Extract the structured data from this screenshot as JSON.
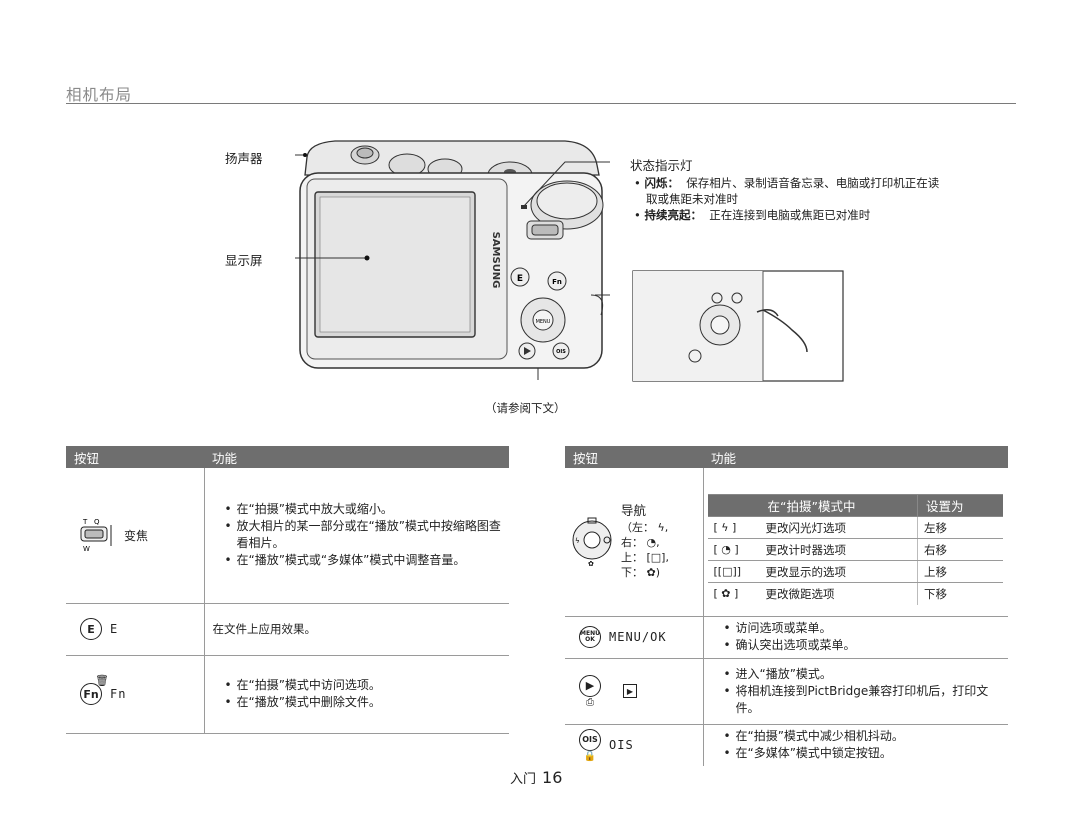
{
  "page": {
    "title": "相机布局",
    "footer_section": "入门",
    "footer_page": "16"
  },
  "callouts": {
    "speaker": "扬声器",
    "display": "显示屏",
    "status_lamp": "状态指示灯",
    "see_below": "（请参阅下文）",
    "brand": "SAMSUNG"
  },
  "status_notes": [
    {
      "term": "闪烁：",
      "text": "保存相片、录制语音备忘录、电脑或打印机正在读",
      "cont": "取或焦距未对准时"
    },
    {
      "term": "持续亮起：",
      "text": "正在连接到电脑或焦距已对准时"
    }
  ],
  "left_table": {
    "header_button": "按钮",
    "header_function": "功能",
    "rows": [
      {
        "label": "变焦",
        "lines": [
          "在“拍摄”模式中放大或缩小。",
          "放大相片的某一部分或在“播放”模式中按缩略图查看相片。",
          "在“播放”模式或“多媒体”模式中调整音量。"
        ]
      },
      {
        "label": "E",
        "plain": "在文件上应用效果。"
      },
      {
        "label": "Fn",
        "lines": [
          "在“拍摄”模式中访问选项。",
          "在“播放”模式中删除文件。"
        ]
      }
    ]
  },
  "right_table": {
    "header_button": "按钮",
    "header_function": "功能",
    "nav": {
      "label": "导航",
      "dirs": [
        "（左：",
        "右：",
        "上：",
        "下："
      ],
      "sub_header_col1": "在“拍摄”模式中",
      "sub_header_col2": "设置为",
      "sub_rows": [
        {
          "desc": "更改闪光灯选项",
          "dir": "左移"
        },
        {
          "desc": "更改计时器选项",
          "dir": "右移"
        },
        {
          "desc": "更改显示的选项",
          "dir": "上移"
        },
        {
          "desc": "更改微距选项",
          "dir": "下移"
        }
      ]
    },
    "rows": [
      {
        "label": "MENU/OK",
        "lines": [
          "访问选项或菜单。",
          "确认突出选项或菜单。"
        ]
      },
      {
        "label": "",
        "lines": [
          "进入“播放”模式。",
          "将相机连接到PictBridge兼容打印机后，打印文件。"
        ]
      },
      {
        "label": "OIS",
        "lines": [
          "在“拍摄”模式中减少相机抖动。",
          "在“多媒体”模式中锁定按钮。"
        ]
      }
    ]
  }
}
